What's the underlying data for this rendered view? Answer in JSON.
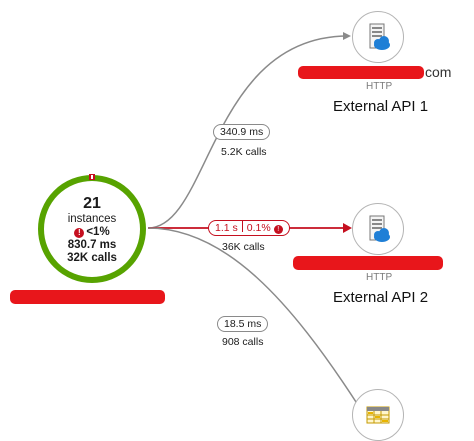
{
  "center": {
    "instances": "21",
    "instances_label": "instances",
    "error_rate": "<1%",
    "duration": "830.7 ms",
    "calls": "32K calls"
  },
  "edges": [
    {
      "duration": "340.9 ms",
      "calls": "5.2K calls"
    },
    {
      "duration": "1.1 s",
      "error_rate": "0.1%",
      "calls": "36K calls",
      "status": "error"
    },
    {
      "duration": "18.5 ms",
      "calls": "908 calls"
    }
  ],
  "nodes": [
    {
      "icon": "server-cloud-icon",
      "protocol": "HTTP",
      "title": "External API 1",
      "domain_suffix": "com"
    },
    {
      "icon": "server-cloud-icon",
      "protocol": "HTTP",
      "title": "External API 2"
    },
    {
      "icon": "table-icon"
    }
  ],
  "colors": {
    "healthy": "#57a300",
    "error": "#c50f1f",
    "edge": "#8a8a8a",
    "server_icon": "#1f7fd6",
    "table_icon": "#e8b400"
  }
}
